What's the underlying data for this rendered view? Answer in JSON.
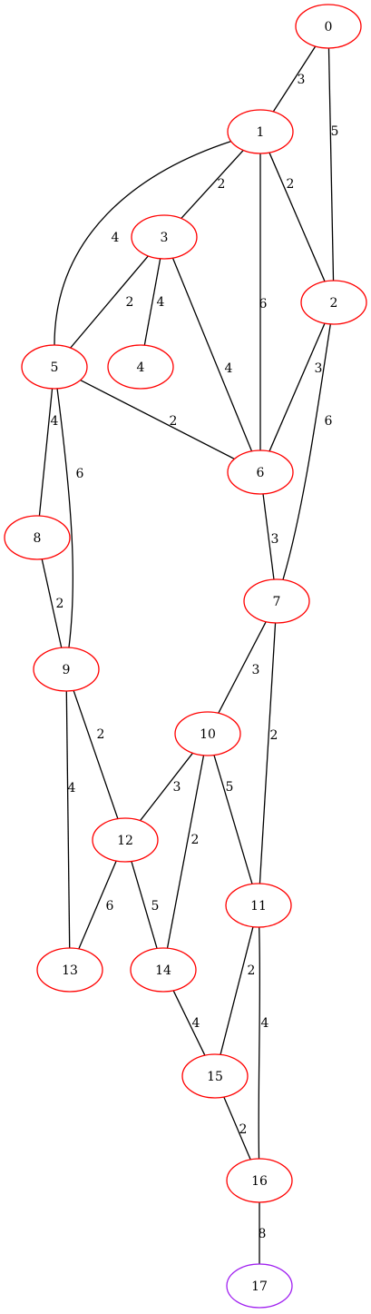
{
  "graph": {
    "colors": {
      "node_stroke": "#ff0000",
      "target_stroke": "#a020f0",
      "edge": "#000000",
      "text": "#000000",
      "background": "#ffffff"
    },
    "nodes": [
      {
        "id": "0",
        "label": "0",
        "color": "#ff0000"
      },
      {
        "id": "1",
        "label": "1",
        "color": "#ff0000"
      },
      {
        "id": "2",
        "label": "2",
        "color": "#ff0000"
      },
      {
        "id": "3",
        "label": "3",
        "color": "#ff0000"
      },
      {
        "id": "4",
        "label": "4",
        "color": "#ff0000"
      },
      {
        "id": "5",
        "label": "5",
        "color": "#ff0000"
      },
      {
        "id": "6",
        "label": "6",
        "color": "#ff0000"
      },
      {
        "id": "7",
        "label": "7",
        "color": "#ff0000"
      },
      {
        "id": "8",
        "label": "8",
        "color": "#ff0000"
      },
      {
        "id": "9",
        "label": "9",
        "color": "#ff0000"
      },
      {
        "id": "10",
        "label": "10",
        "color": "#ff0000"
      },
      {
        "id": "11",
        "label": "11",
        "color": "#ff0000"
      },
      {
        "id": "12",
        "label": "12",
        "color": "#ff0000"
      },
      {
        "id": "13",
        "label": "13",
        "color": "#ff0000"
      },
      {
        "id": "14",
        "label": "14",
        "color": "#ff0000"
      },
      {
        "id": "15",
        "label": "15",
        "color": "#ff0000"
      },
      {
        "id": "16",
        "label": "16",
        "color": "#ff0000"
      },
      {
        "id": "17",
        "label": "17",
        "color": "#a020f0"
      }
    ],
    "edges": [
      {
        "from": "0",
        "to": "1",
        "weight": "3"
      },
      {
        "from": "0",
        "to": "2",
        "weight": "5"
      },
      {
        "from": "1",
        "to": "3",
        "weight": "2"
      },
      {
        "from": "1",
        "to": "2",
        "weight": "2"
      },
      {
        "from": "1",
        "to": "5",
        "weight": "4"
      },
      {
        "from": "1",
        "to": "6",
        "weight": "6"
      },
      {
        "from": "3",
        "to": "5",
        "weight": "2"
      },
      {
        "from": "3",
        "to": "4",
        "weight": "4"
      },
      {
        "from": "3",
        "to": "6",
        "weight": "4"
      },
      {
        "from": "2",
        "to": "6",
        "weight": "3"
      },
      {
        "from": "2",
        "to": "7",
        "weight": "6"
      },
      {
        "from": "5",
        "to": "6",
        "weight": "2"
      },
      {
        "from": "5",
        "to": "8",
        "weight": "4"
      },
      {
        "from": "5",
        "to": "9",
        "weight": "6"
      },
      {
        "from": "6",
        "to": "7",
        "weight": "3"
      },
      {
        "from": "8",
        "to": "9",
        "weight": "2"
      },
      {
        "from": "7",
        "to": "10",
        "weight": "3"
      },
      {
        "from": "7",
        "to": "11",
        "weight": "2"
      },
      {
        "from": "9",
        "to": "12",
        "weight": "2"
      },
      {
        "from": "9",
        "to": "13",
        "weight": "4"
      },
      {
        "from": "10",
        "to": "12",
        "weight": "3"
      },
      {
        "from": "10",
        "to": "14",
        "weight": "2"
      },
      {
        "from": "10",
        "to": "11",
        "weight": "5"
      },
      {
        "from": "12",
        "to": "13",
        "weight": "6"
      },
      {
        "from": "12",
        "to": "14",
        "weight": "5"
      },
      {
        "from": "11",
        "to": "15",
        "weight": "2"
      },
      {
        "from": "11",
        "to": "16",
        "weight": "4"
      },
      {
        "from": "14",
        "to": "15",
        "weight": "4"
      },
      {
        "from": "15",
        "to": "16",
        "weight": "2"
      },
      {
        "from": "16",
        "to": "17",
        "weight": "8"
      }
    ]
  }
}
